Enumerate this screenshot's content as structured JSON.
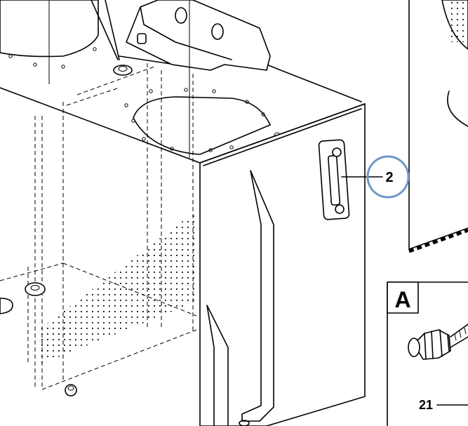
{
  "callouts": [
    {
      "id": "callout-2",
      "label": "2",
      "highlighted": true
    },
    {
      "id": "callout-21",
      "label": "21",
      "highlighted": false
    }
  ],
  "detail_view": {
    "label": "A"
  },
  "colors": {
    "line": "#000000",
    "highlight_ring": "#6f97c8",
    "background": "#ffffff"
  }
}
